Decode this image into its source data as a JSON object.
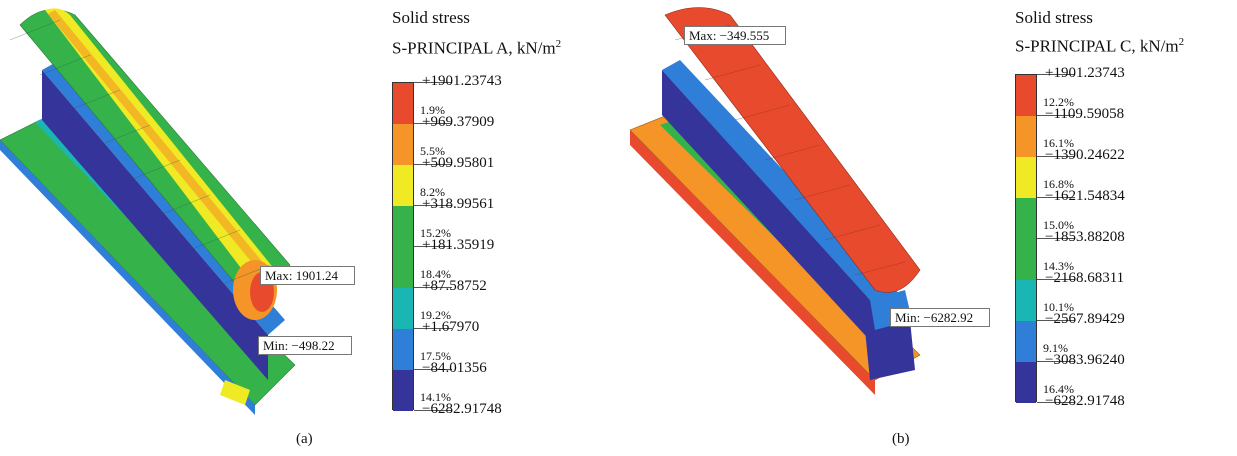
{
  "colors": {
    "dark_blue": "#34349a",
    "blue": "#2f7fd8",
    "cyan": "#1ab6b4",
    "green": "#35b34a",
    "yellow": "#f0ea24",
    "orange": "#f59427",
    "red": "#e84a2e"
  },
  "panels": [
    {
      "caption": "(a)",
      "legend_title": "Solid stress",
      "legend_subtitle": "S-PRINCIPAL A, kN/m",
      "legend_sup": "2",
      "values": [
        "+1901.23743",
        "+969.37909",
        "+509.95801",
        "+318.99561",
        "+181.35919",
        "+87.58752",
        "+1.67970",
        "−84.01356",
        "−6282.91748"
      ],
      "percents": [
        "1.9%",
        "5.5%",
        "8.2%",
        "15.2%",
        "18.4%",
        "19.2%",
        "17.5%",
        "14.1%"
      ],
      "segment_colors": [
        "red",
        "orange",
        "yellow",
        "green",
        "green",
        "cyan",
        "blue",
        "dark_blue"
      ],
      "max_tag": "Max: 1901.24",
      "min_tag": "Min: −498.22"
    },
    {
      "caption": "(b)",
      "legend_title": "Solid stress",
      "legend_subtitle": "S-PRINCIPAL C, kN/m",
      "legend_sup": "2",
      "values": [
        "+1901.23743",
        "−1109.59058",
        "−1390.24622",
        "−1621.54834",
        "−1853.88208",
        "−2168.68311",
        "−2567.89429",
        "−3083.96240",
        "−6282.91748"
      ],
      "percents": [
        "12.2%",
        "16.1%",
        "16.8%",
        "15.0%",
        "14.3%",
        "10.1%",
        "9.1%",
        "16.4%"
      ],
      "segment_colors": [
        "red",
        "orange",
        "yellow",
        "green",
        "green",
        "cyan",
        "blue",
        "dark_blue"
      ],
      "max_tag": "Max: −349.555",
      "min_tag": "Min: −6282.92"
    }
  ]
}
